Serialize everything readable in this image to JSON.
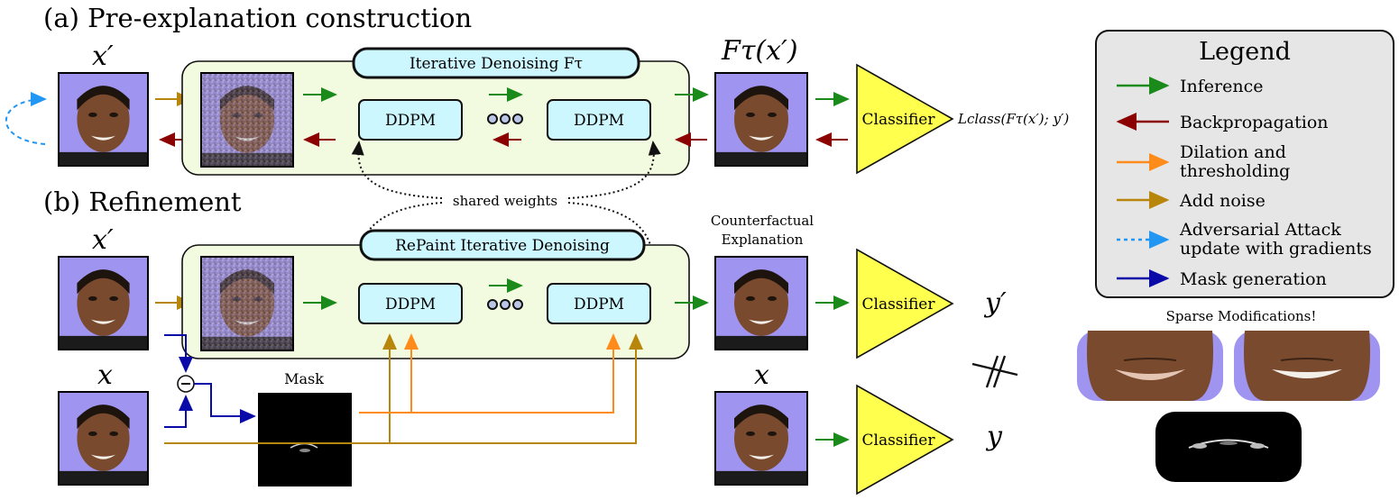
{
  "sections": {
    "a_title": "(a) Pre-explanation construction",
    "b_title": "(b) Refinement"
  },
  "labels": {
    "x_prime_a": "x′",
    "f_tau_x_prime": "Fτ(x′)",
    "x_prime_b": "x′",
    "x_b": "x",
    "x_right": "x",
    "y_prime": "y′",
    "y": "y",
    "counterfactual_line1": "Counterfactual",
    "counterfactual_line2": "Explanation",
    "mask": "Mask",
    "shared_weights": "shared weights",
    "loss": "Lclass(Fτ(x′); y′)",
    "sparse_mods": "Sparse Modifications!",
    "not_equal": "≠"
  },
  "blocks": {
    "iterative_denoising": "Iterative Denoising Fτ",
    "repaint": "RePaint Iterative Denoising",
    "ddpm": "DDPM",
    "classifier": "Classifier"
  },
  "legend": {
    "title": "Legend",
    "items": [
      {
        "label": "Inference",
        "color": "#1a8a1a",
        "style": "solid"
      },
      {
        "label": "Backpropagation",
        "color": "#8b0000",
        "style": "solid"
      },
      {
        "label": "Dilation and",
        "label2": "thresholding",
        "color": "#ff8c1a",
        "style": "solid"
      },
      {
        "label": "Add noise",
        "color": "#b8860b",
        "style": "solid"
      },
      {
        "label": "Adversarial Attack",
        "label2": "update with gradients",
        "color": "#2196f3",
        "style": "dashed"
      },
      {
        "label": "Mask generation",
        "color": "#0a0aa8",
        "style": "solid"
      }
    ]
  },
  "colors": {
    "inference": "#1a8a1a",
    "backprop": "#8b0000",
    "dilation": "#ff8c1a",
    "noise": "#b8860b",
    "adversarial": "#2196f3",
    "mask": "#0a0aa8",
    "classifier_fill": "#ffff4d",
    "ddpm_fill": "#ccf7ff",
    "panel_fill": "#f2fae0",
    "legend_fill": "#e6e6e6",
    "face_bg": "#9f95f0"
  }
}
